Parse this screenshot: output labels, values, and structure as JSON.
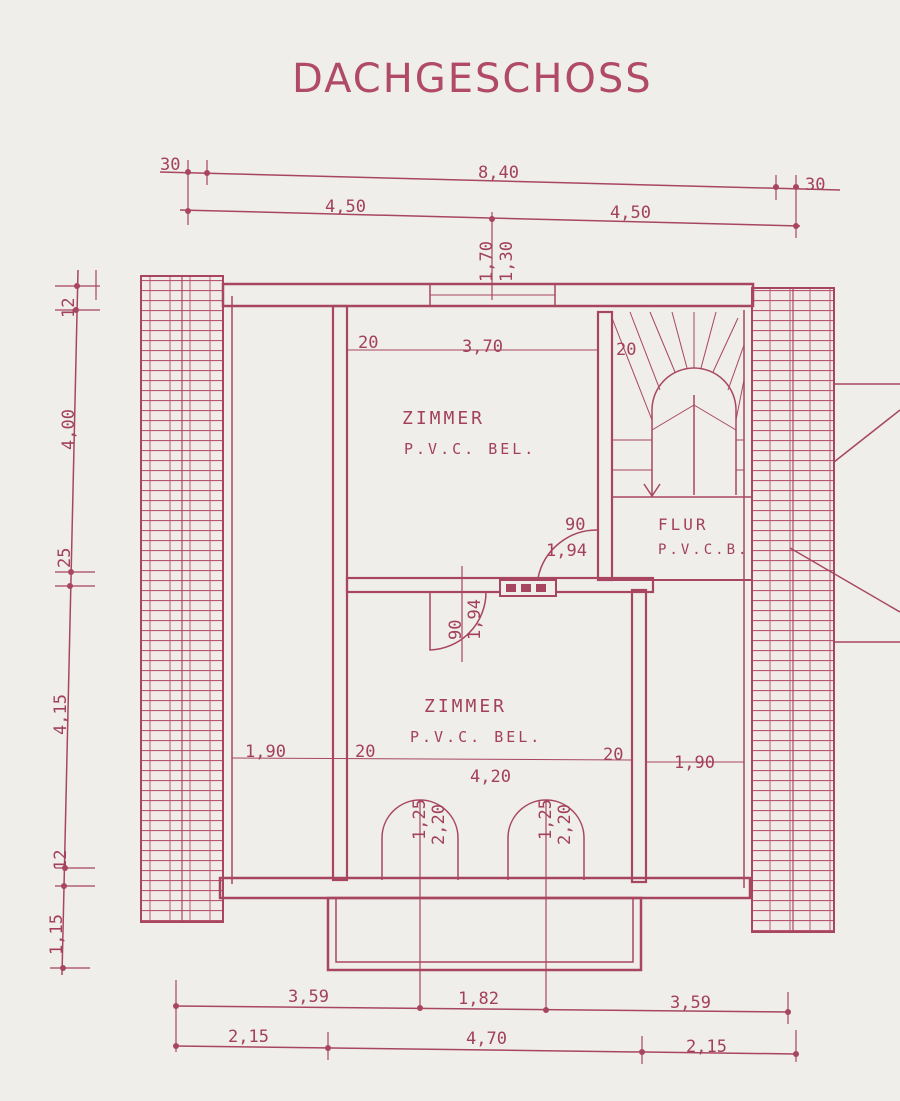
{
  "title": "DACHGESCHOSS",
  "colors": {
    "ink": "#a84660",
    "paper": "#efeeea",
    "brick": "#b85670"
  },
  "rooms": {
    "upper": {
      "name": "ZIMMER",
      "floor": "P.V.C. BEL."
    },
    "lower": {
      "name": "ZIMMER",
      "floor": "P.V.C. BEL."
    },
    "flur": {
      "name": "FLUR",
      "floor": "P.V.C.B."
    }
  },
  "dims_top": {
    "overhang_left": "30",
    "total": "8,40",
    "overhang_right": "30",
    "half_left": "4,50",
    "half_right": "4,50",
    "window_h1": "1,70",
    "window_h2": "1,30"
  },
  "dims_left": {
    "d1": "12",
    "d2": "4,00",
    "d3": "25",
    "d4": "4,15",
    "d5": "12",
    "d6": "1,15"
  },
  "dims_interior": {
    "upper_wall_left": "20",
    "upper_width": "3,70",
    "upper_wall_right": "20",
    "door_flur_a": "90",
    "door_flur_b": "1,94",
    "door_room_a": "90",
    "door_room_b": "1,94",
    "side_left": "1,90",
    "wall_left": "20",
    "lower_width": "4,20",
    "wall_right": "20",
    "side_right": "1,90",
    "door1_a": "1,25",
    "door1_b": "2,20",
    "door2_a": "1,25",
    "door2_b": "2,20"
  },
  "dims_bottom": {
    "b1": "3,59",
    "b2": "1,82",
    "b3": "3,59",
    "c1": "2,15",
    "c2": "4,70",
    "c3": "2,15"
  }
}
